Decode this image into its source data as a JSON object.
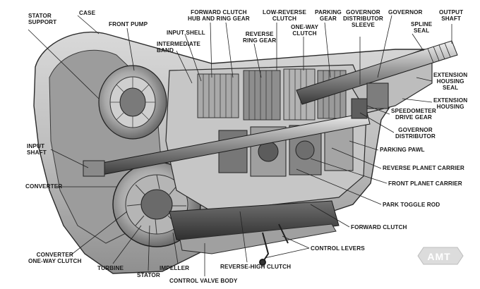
{
  "labels": {
    "stator_support": "STATOR\nSUPPORT",
    "case": "CASE",
    "front_pump": "FRONT PUMP",
    "forward_clutch_hub": "FORWARD CLUTCH\nHUB AND RING GEAR",
    "input_shell": "INPUT SHELL",
    "intermediate_band": "INTERMEDIATE\nBAND",
    "low_reverse_clutch": "LOW-REVERSE\nCLUTCH",
    "reverse_ring_gear": "REVERSE\nRING GEAR",
    "one_way_clutch": "ONE-WAY\nCLUTCH",
    "parking_gear": "PARKING\nGEAR",
    "governor_distributor_sleeve": "GOVERNOR\nDISTRIBUTOR\nSLEEVE",
    "governor": "GOVERNOR",
    "output_shaft": "OUTPUT\nSHAFT",
    "spline_seal": "SPLINE\nSEAL",
    "extension_housing_seal": "EXTENSION\nHOUSING\nSEAL",
    "extension_housing": "EXTENSION\nHOUSING",
    "speedometer_drive_gear": "SPEEDOMETER\nDRIVE GEAR",
    "governor_distributor": "GOVERNOR\nDISTRIBUTOR",
    "parking_pawl": "PARKING PAWL",
    "reverse_planet_carrier": "REVERSE PLANET CARRIER",
    "front_planet_carrier": "FRONT PLANET CARRIER",
    "park_toggle_rod": "PARK TOGGLE ROD",
    "forward_clutch": "FORWARD CLUTCH",
    "control_levers": "CONTROL LEVERS",
    "reverse_high_clutch": "REVERSE-HIGH CLUTCH",
    "control_valve_body": "CONTROL VALVE BODY",
    "impeller": "IMPELLER",
    "stator": "STATOR",
    "turbine": "TURBINE",
    "converter_one_way_clutch": "CONVERTER\nONE-WAY CLUTCH",
    "converter": "CONVERTER",
    "input_shaft": "INPUT\nSHAFT"
  },
  "logo": {
    "text": "AMT",
    "color": "#dcdcdc"
  }
}
